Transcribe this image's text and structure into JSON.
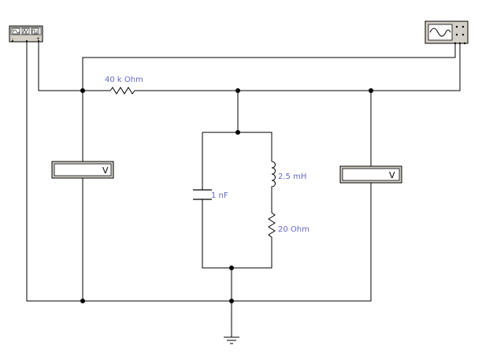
{
  "components": {
    "resistor_series": {
      "label": "40 k Ohm"
    },
    "capacitor": {
      "label": "1 nF"
    },
    "inductor": {
      "label": "2.5 mH"
    },
    "resistor_branch": {
      "label": "20 Ohm"
    },
    "voltmeter_left": {
      "unit": "V"
    },
    "voltmeter_right": {
      "unit": "V"
    }
  },
  "instruments": {
    "function_generator": {
      "icon": "function-generator-icon",
      "terminals": [
        "-",
        "+"
      ]
    },
    "oscilloscope": {
      "icon": "oscilloscope-icon"
    }
  },
  "colors": {
    "wire": "#000000",
    "label": "#6666cc",
    "instrument_face": "#d4d0c8"
  }
}
